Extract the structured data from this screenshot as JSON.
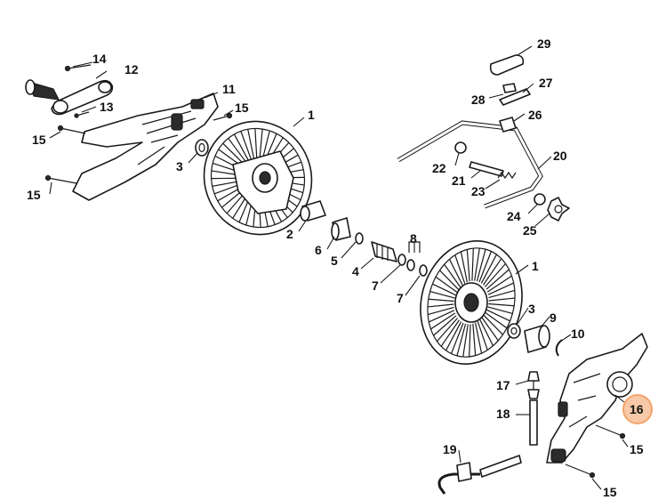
{
  "diagram": {
    "highlight_color": "#f5a26a",
    "labels": {
      "p1a": "1",
      "p1b": "1",
      "p2": "2",
      "p3a": "3",
      "p3b": "3",
      "p4": "4",
      "p5": "5",
      "p6": "6",
      "p7a": "7",
      "p7b": "7",
      "p8": "8",
      "p9": "9",
      "p10": "10",
      "p11": "11",
      "p12": "12",
      "p13": "13",
      "p14": "14",
      "p15a": "15",
      "p15b": "15",
      "p15c": "15",
      "p15d": "15",
      "p15e": "15",
      "p16": "16",
      "p17": "17",
      "p18": "18",
      "p19": "19",
      "p20": "20",
      "p21": "21",
      "p22": "22",
      "p23": "23",
      "p24": "24",
      "p25": "25",
      "p26": "26",
      "p27": "27",
      "p28": "28",
      "p29": "29"
    }
  }
}
